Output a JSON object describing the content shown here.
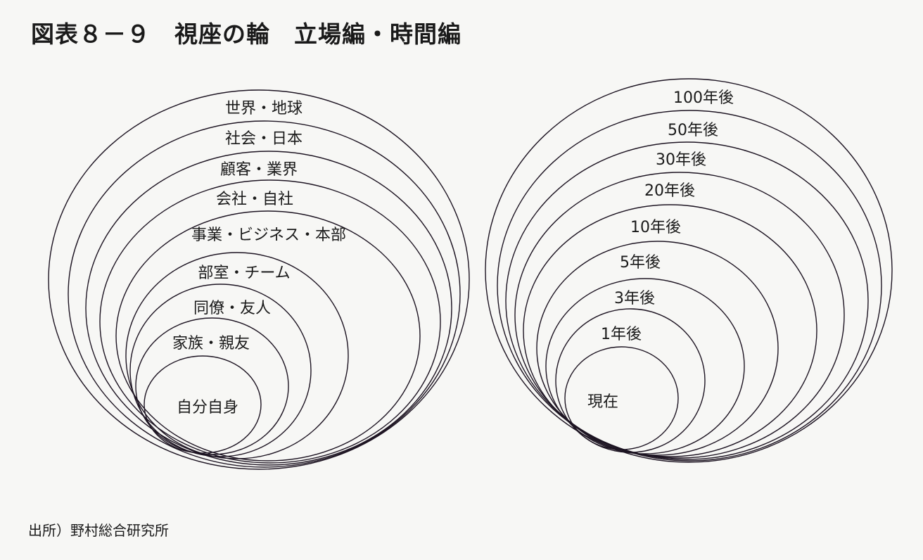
{
  "title": "図表８－９　視座の輪　立場編・時間編",
  "caption": "出所）野村総合研究所",
  "position_rings": {
    "labels": [
      "世界・地球",
      "社会・日本",
      "顧客・業界",
      "会社・自社",
      "事業・ビジネス・本部",
      "部室・チーム",
      "同僚・友人",
      "家族・親友",
      "自分自身"
    ]
  },
  "time_rings": {
    "labels": [
      "100年後",
      "50年後",
      "30年後",
      "20年後",
      "10年後",
      "5年後",
      "3年後",
      "1年後",
      "現在"
    ]
  }
}
